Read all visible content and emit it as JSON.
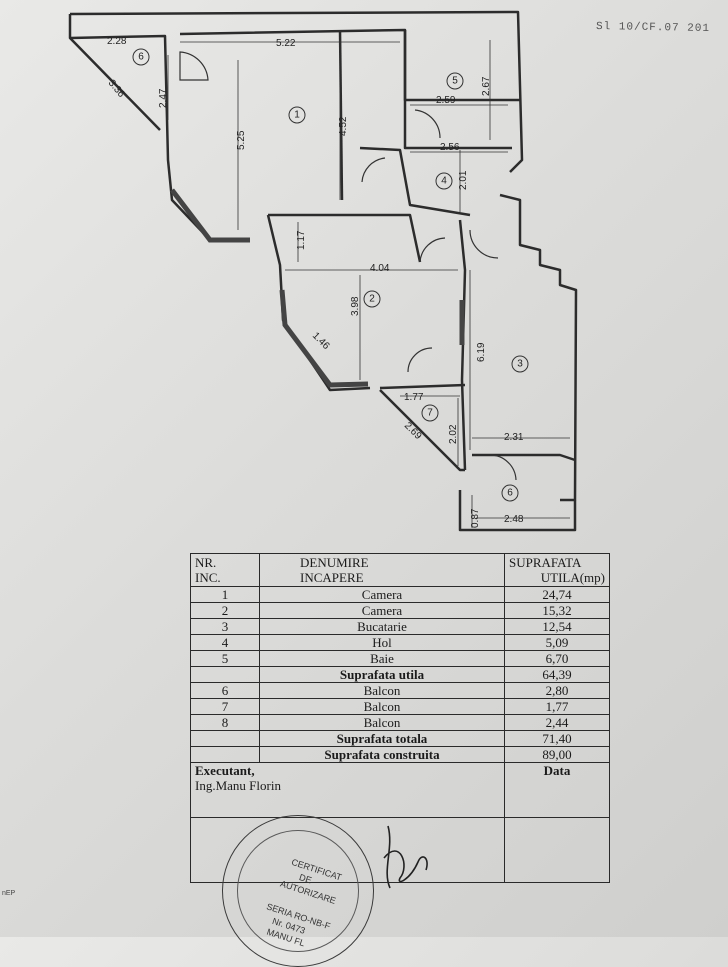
{
  "header_stamp": "Sl 10/CF.07 201",
  "edge_mark": "nEP",
  "plan": {
    "rooms": [
      {
        "num": "1"
      },
      {
        "num": "2"
      },
      {
        "num": "3"
      },
      {
        "num": "4"
      },
      {
        "num": "5"
      },
      {
        "num": "6"
      },
      {
        "num": "7"
      },
      {
        "num": "6"
      }
    ],
    "dimensions": [
      "2.28",
      "5.22",
      "2.47",
      "3.36",
      "5.25",
      "4.52",
      "2.59",
      "2.67",
      "2.56",
      "2.01",
      "1.17",
      "4.04",
      "3.98",
      "1.46",
      "6.19",
      "1.77",
      "2.69",
      "2.02",
      "2.31",
      "0.87",
      "2.48"
    ]
  },
  "table": {
    "headers": {
      "nr": [
        "NR.",
        "INC."
      ],
      "denumire": [
        "DENUMIRE",
        "INCAPERE"
      ],
      "suprafata": [
        "SUPRAFATA",
        "UTILA(mp)"
      ]
    },
    "rows": [
      {
        "nr": "1",
        "name": "Camera",
        "area": "24,74"
      },
      {
        "nr": "2",
        "name": "Camera",
        "area": "15,32"
      },
      {
        "nr": "3",
        "name": "Bucatarie",
        "area": "12,54"
      },
      {
        "nr": "4",
        "name": "Hol",
        "area": "5,09"
      },
      {
        "nr": "5",
        "name": "Baie",
        "area": "6,70"
      }
    ],
    "subtotal": {
      "label": "Suprafata utila",
      "area": "64,39"
    },
    "balcony_rows": [
      {
        "nr": "6",
        "name": "Balcon",
        "area": "2,80"
      },
      {
        "nr": "7",
        "name": "Balcon",
        "area": "1,77"
      },
      {
        "nr": "8",
        "name": "Balcon",
        "area": "2,44"
      }
    ],
    "total": {
      "label": "Suprafata totala",
      "area": "71,40"
    },
    "built": {
      "label": "Suprafata construita",
      "area": "89,00"
    },
    "executant_label": "Executant,",
    "executant_name": "Ing.Manu Florin",
    "data_label": "Data"
  },
  "seal": {
    "line1": "CERTIFICAT",
    "line2": "DE",
    "line3": "AUTORIZARE",
    "line4": "SERIA RO-NB-F",
    "line5": "Nr. 0473",
    "line6": "MANU FL"
  }
}
